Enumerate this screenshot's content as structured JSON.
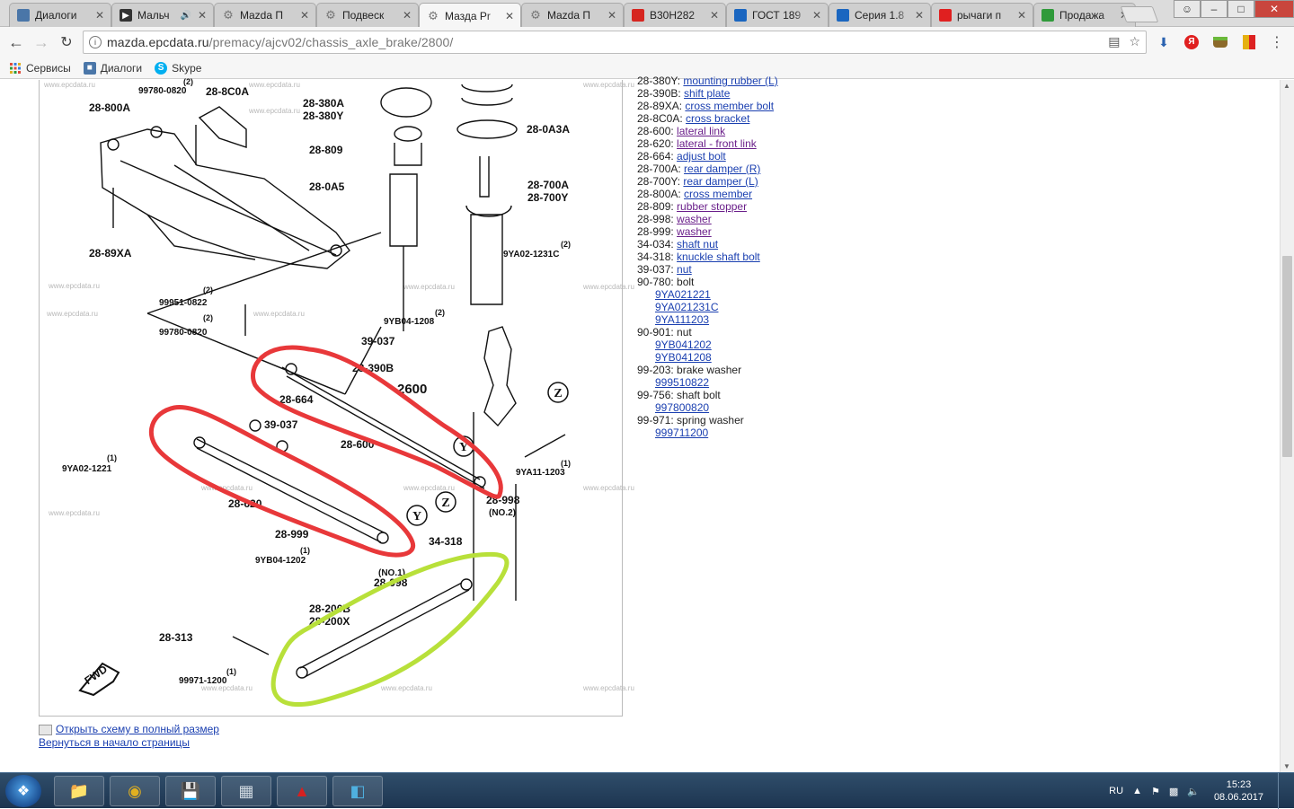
{
  "tabs": [
    {
      "title": "Диалоги",
      "icon": "vk-icon",
      "color": "#4a76a8",
      "active": false
    },
    {
      "title": "Мальч",
      "icon": "media-play-icon",
      "color": "#333333",
      "active": false,
      "audio": true
    },
    {
      "title": "Mazda П",
      "icon": "gear-icon",
      "color": "#777777",
      "active": false
    },
    {
      "title": "Подвеск",
      "icon": "gear-icon",
      "color": "#777777",
      "active": false
    },
    {
      "title": "Мазда Pr",
      "icon": "gear-icon",
      "color": "#777777",
      "active": true
    },
    {
      "title": "Mazda П",
      "icon": "gear-icon",
      "color": "#777777",
      "active": false
    },
    {
      "title": "B30H282",
      "icon": "drive2-icon",
      "color": "#d6251f",
      "active": false
    },
    {
      "title": "ГОСТ 189",
      "icon": "ie-icon",
      "color": "#1a66c0",
      "active": false
    },
    {
      "title": "Серия 1.8",
      "icon": "ie-icon",
      "color": "#1a66c0",
      "active": false
    },
    {
      "title": "рычаги п",
      "icon": "yandex-icon",
      "color": "#e02020",
      "active": false
    },
    {
      "title": "Продажа",
      "icon": "refresh-g-icon",
      "color": "#2f9a3a",
      "active": false
    }
  ],
  "url": {
    "host": "mazda.epcdata.ru",
    "path": "/premacy/ajcv02/chassis_axle_brake/2800/"
  },
  "bookmarks": [
    {
      "label": "Сервисы",
      "icon": "apps-grid-icon"
    },
    {
      "label": "Диалоги",
      "icon": "vk-icon"
    },
    {
      "label": "Skype",
      "icon": "skype-icon"
    }
  ],
  "diagram": {
    "watermark": "www.epcdata.ru",
    "callouts": [
      "28-800A",
      "99780-0820",
      "28-8C0A",
      "28-380A",
      "28-380Y",
      "28-0A3A",
      "28-809",
      "28-0A5",
      "28-700A",
      "28-700Y",
      "28-89XA",
      "9YA02-1231C",
      "99951-0822",
      "99780-0820",
      "9YB04-1208",
      "39-037",
      "28-390B",
      "2600",
      "28-664",
      "39-037",
      "28-600",
      "9YA02-1221",
      "9YA11-1203",
      "28-620",
      "28-998",
      "(NO.2)",
      "28-999",
      "9YB04-1202",
      "34-318",
      "(NO.1)",
      "28-998",
      "28-200B",
      "28-200X",
      "28-313",
      "99971-1200",
      "FWD"
    ],
    "qty": [
      "(2)",
      "(2)",
      "(2)",
      "(2)",
      "(2)",
      "(1)",
      "(1)",
      "(1)",
      "(1)"
    ],
    "markers": [
      "Z",
      "Y",
      "Z",
      "Y"
    ],
    "highlight_colors": {
      "red": "#e8383a",
      "green": "#b8e03a"
    }
  },
  "below": {
    "open_full": "Открыть схему в полный размер",
    "back_top": "Вернуться в начало страницы"
  },
  "parts": [
    {
      "code": "28-380Y:",
      "name": "mounting rubber (L)",
      "visited": false
    },
    {
      "code": "28-390B:",
      "name": "shift plate",
      "visited": false
    },
    {
      "code": "28-89XA:",
      "name": "cross member bolt",
      "visited": false
    },
    {
      "code": "28-8C0A:",
      "name": "cross bracket",
      "visited": false
    },
    {
      "code": "28-600:",
      "name": "lateral link",
      "visited": true
    },
    {
      "code": "28-620:",
      "name": "lateral - front link",
      "visited": true
    },
    {
      "code": "28-664:",
      "name": "adjust bolt",
      "visited": false
    },
    {
      "code": "28-700A:",
      "name": "rear damper (R)",
      "visited": false
    },
    {
      "code": "28-700Y:",
      "name": "rear damper (L)",
      "visited": false
    },
    {
      "code": "28-800A:",
      "name": "cross member",
      "visited": false
    },
    {
      "code": "28-809:",
      "name": "rubber stopper",
      "visited": true
    },
    {
      "code": "28-998:",
      "name": "washer",
      "visited": true
    },
    {
      "code": "28-999:",
      "name": "washer",
      "visited": true
    },
    {
      "code": "34-034:",
      "name": "shaft nut",
      "visited": false
    },
    {
      "code": "34-318:",
      "name": "knuckle shaft bolt",
      "visited": false
    },
    {
      "code": "39-037:",
      "name": "nut",
      "visited": false
    }
  ],
  "part_groups": [
    {
      "code": "90-780:",
      "name": "bolt",
      "items": [
        "9YA021221",
        "9YA021231C",
        "9YA111203"
      ]
    },
    {
      "code": "90-901:",
      "name": "nut",
      "items": [
        "9YB041202",
        "9YB041208"
      ]
    },
    {
      "code": "99-203:",
      "name": "brake washer",
      "items": [
        "999510822"
      ]
    },
    {
      "code": "99-756:",
      "name": "shaft bolt",
      "items": [
        "997800820"
      ]
    },
    {
      "code": "99-971:",
      "name": "spring washer",
      "items": [
        "999711200"
      ]
    }
  ],
  "taskbar": {
    "apps": [
      "explorer-icon",
      "chrome-icon",
      "save-disk-icon",
      "calculator-icon",
      "autocad-icon",
      "app-icon"
    ],
    "lang": "RU",
    "time": "15:23",
    "date": "08.06.2017"
  }
}
